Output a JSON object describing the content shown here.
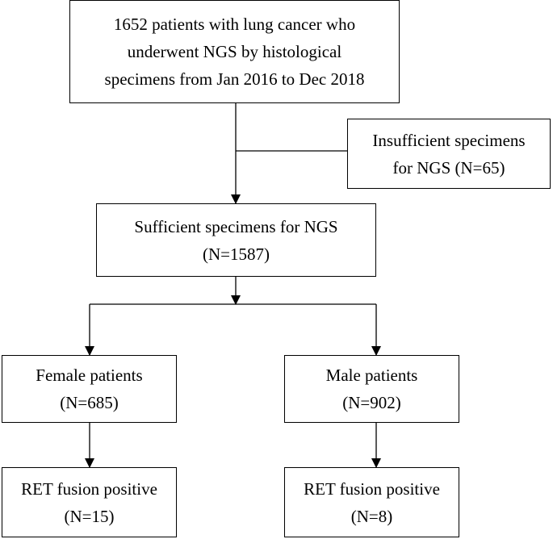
{
  "flowchart": {
    "initial_cohort": {
      "line1": "1652 patients with lung cancer who",
      "line2": "underwent NGS by histological",
      "line3": "specimens from Jan 2016 to Dec 2018"
    },
    "exclusion": {
      "line1": "Insufficient specimens",
      "line2": "for NGS (N=65)"
    },
    "sufficient": {
      "line1": "Sufficient specimens for NGS",
      "line2": "(N=1587)"
    },
    "female": {
      "line1": "Female patients",
      "line2": "(N=685)"
    },
    "male": {
      "line1": "Male patients",
      "line2": "(N=902)"
    },
    "female_ret": {
      "line1": "RET fusion positive",
      "line2": "(N=15)"
    },
    "male_ret": {
      "line1": "RET fusion positive",
      "line2": "(N=8)"
    }
  }
}
